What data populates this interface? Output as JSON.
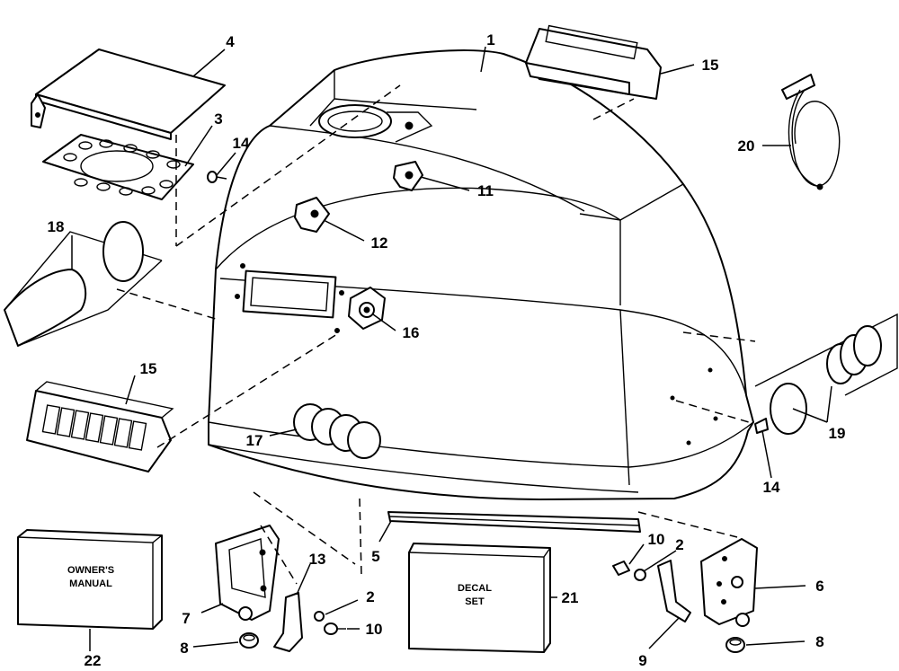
{
  "figure": {
    "callouts": {
      "c1": "1",
      "c2a": "2",
      "c2b": "2",
      "c3": "3",
      "c4": "4",
      "c5": "5",
      "c6": "6",
      "c7": "7",
      "c8a": "8",
      "c8b": "8",
      "c9": "9",
      "c10a": "10",
      "c10b": "10",
      "c11": "11",
      "c12": "12",
      "c13": "13",
      "c14a": "14",
      "c14b": "14",
      "c15a": "15",
      "c15b": "15",
      "c16": "16",
      "c17": "17",
      "c18": "18",
      "c19": "19",
      "c20": "20",
      "c21": "21",
      "c22": "22"
    },
    "box_labels": {
      "owners_manual_line1": "OWNER'S",
      "owners_manual_line2": "MANUAL",
      "decal_set_line1": "DECAL",
      "decal_set_line2": "SET"
    }
  }
}
